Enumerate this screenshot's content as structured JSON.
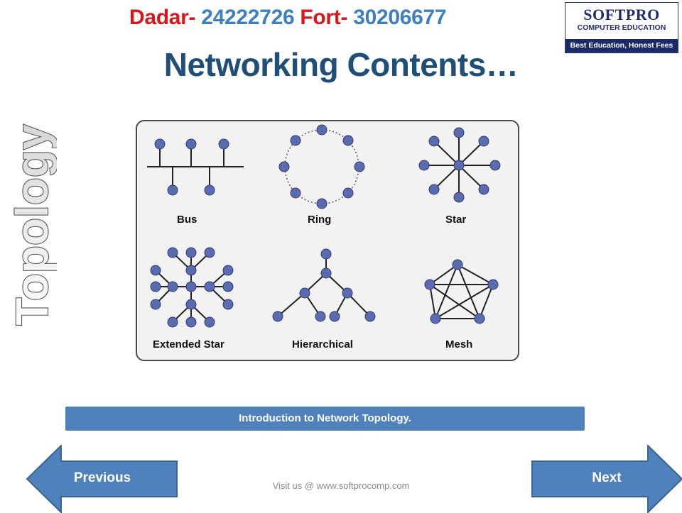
{
  "contact": {
    "label1": "Dadar- ",
    "num1": "24222726",
    "label2": " Fort- ",
    "num2": "30206677"
  },
  "logo": {
    "name": "SOFTPRO",
    "subtitle": "COMPUTER EDUCATION",
    "tagline": "Best Education, Honest Fees"
  },
  "title": "Networking Contents…",
  "side_word": "Topology",
  "topologies": [
    "Bus",
    "Ring",
    "Star",
    "Extended Star",
    "Hierarchical",
    "Mesh"
  ],
  "intro_text": "Introduction to Network Topology.",
  "nav": {
    "previous": "Previous",
    "next": "Next"
  },
  "footer": "Visit us @ www.softprocomp.com",
  "colors": {
    "contact_label": "#d9161c",
    "contact_number": "#3d7fc1",
    "title": "#1f4e79",
    "accent": "#4f81bd",
    "node": "#5b6bb0"
  }
}
